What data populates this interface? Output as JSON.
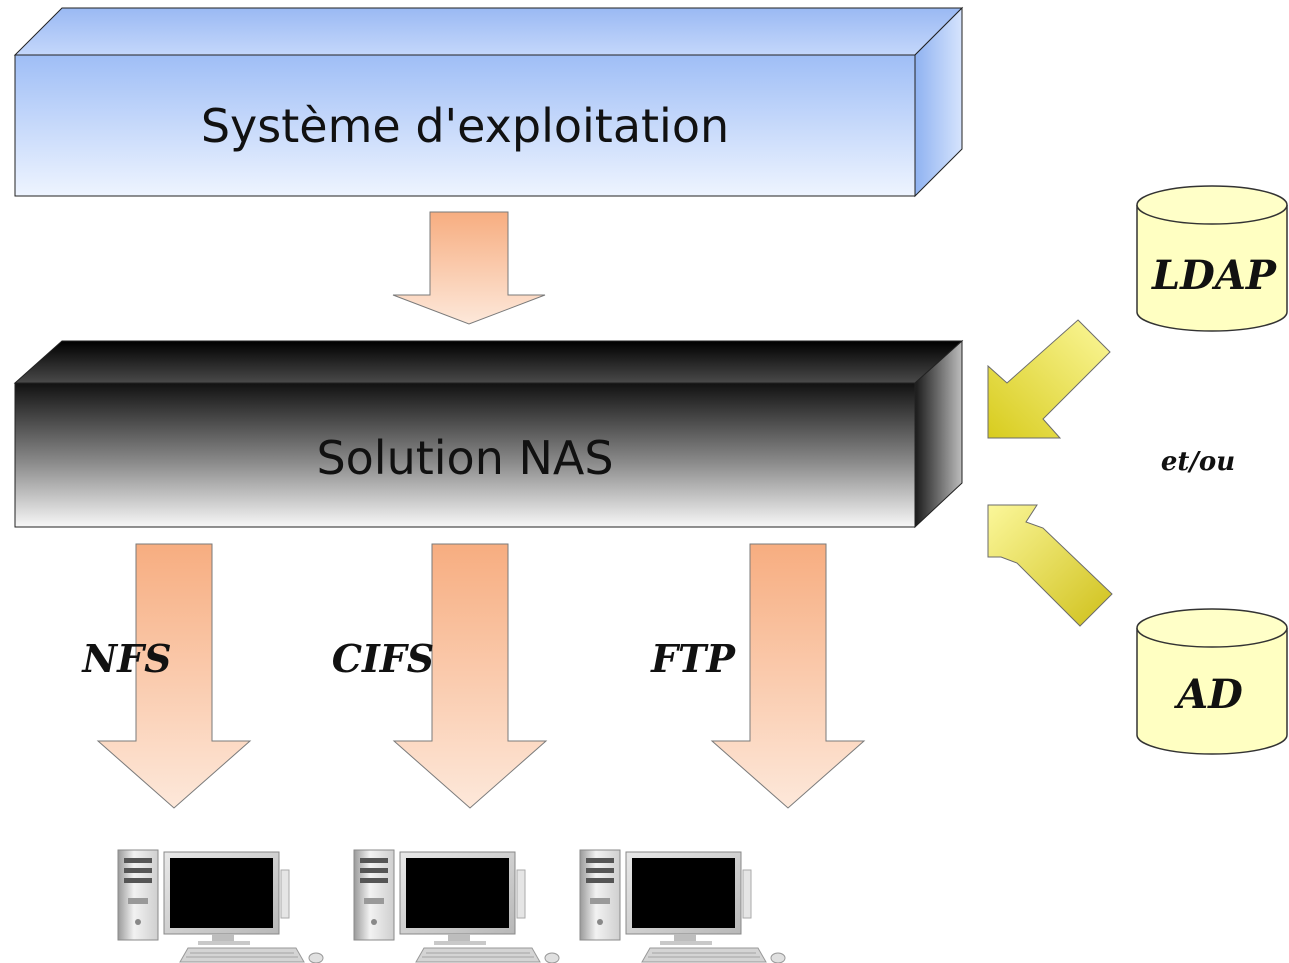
{
  "os_box": {
    "label": "Système d'exploitation"
  },
  "nas_box": {
    "label": "Solution NAS"
  },
  "protocols": [
    {
      "label": "NFS"
    },
    {
      "label": "CIFS"
    },
    {
      "label": "FTP"
    }
  ],
  "directories": {
    "ldap": {
      "label": "LDAP"
    },
    "ad": {
      "label": "AD"
    },
    "connector": "et/ou"
  },
  "colors": {
    "os_box": "#c9dcfb",
    "nas_box_dark": "#111111",
    "nas_box_light": "#f2f2f2",
    "arrow_orange": "#f8b68a",
    "arrow_yellow": "#f5ee48",
    "cylinder": "#ffffc2"
  },
  "icons": [
    "desktop-computer-icon",
    "desktop-computer-icon",
    "desktop-computer-icon"
  ]
}
